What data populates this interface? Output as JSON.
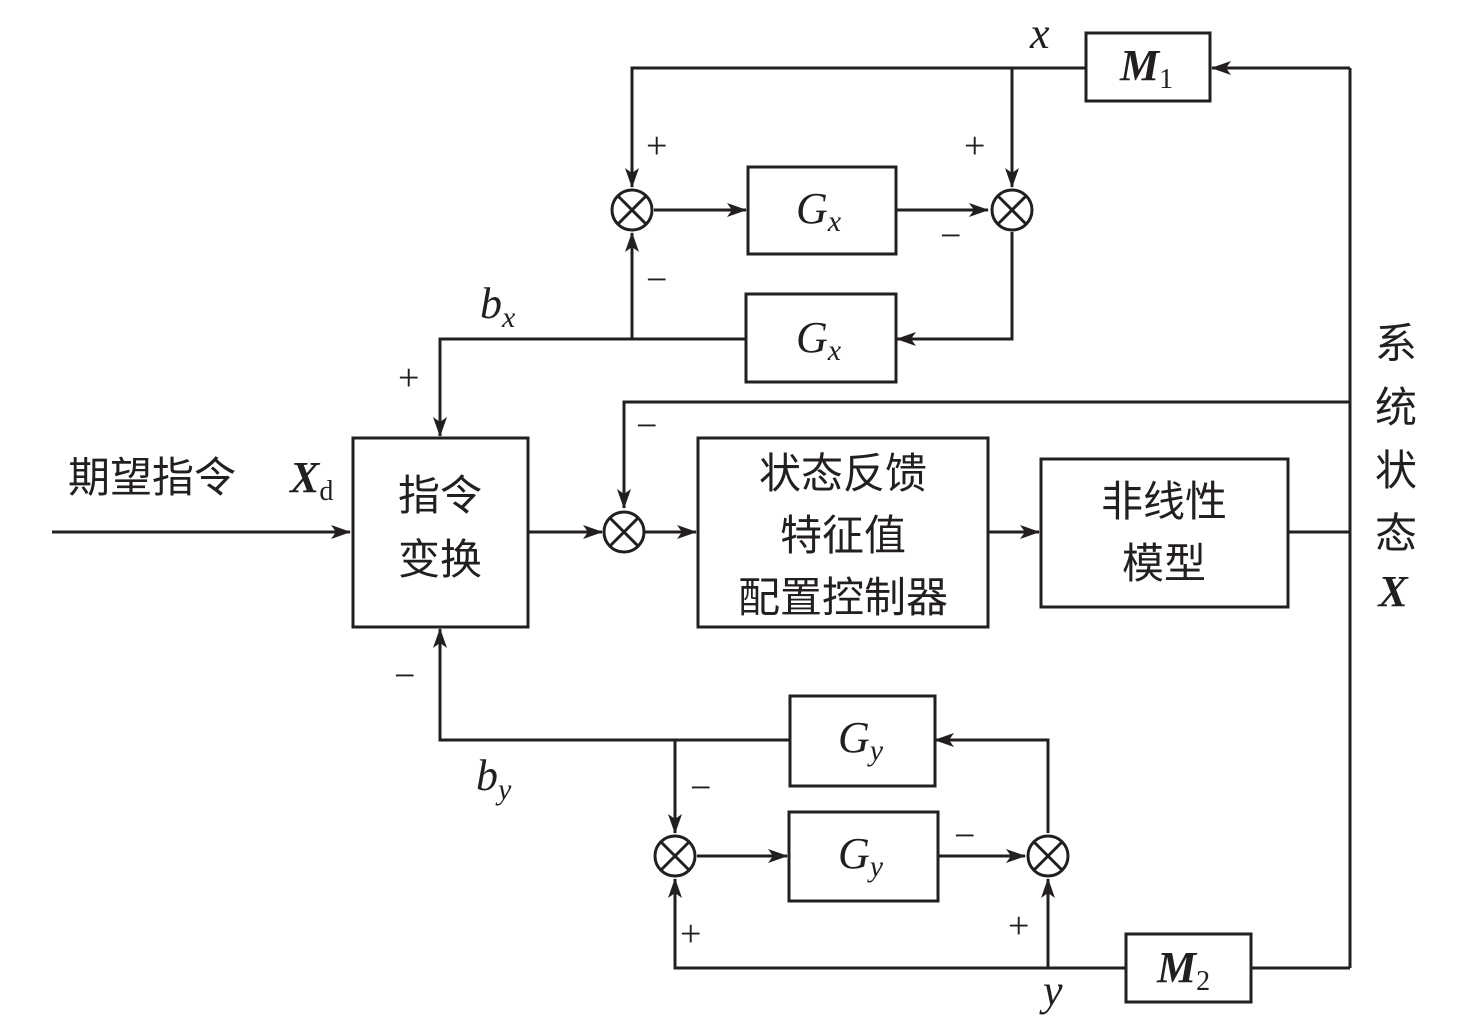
{
  "input": {
    "label": "期望指令",
    "symbol": "X",
    "subscript": "d"
  },
  "blocks": {
    "command_transform": [
      "指令",
      "变换"
    ],
    "controller": [
      "状态反馈",
      "特征值",
      "配置控制器"
    ],
    "plant": [
      "非线性",
      "模型"
    ],
    "gx_forward": {
      "symbol": "G",
      "subscript": "x"
    },
    "gx_feedback": {
      "symbol": "G",
      "subscript": "x"
    },
    "gy_forward": {
      "symbol": "G",
      "subscript": "y"
    },
    "gy_feedback": {
      "symbol": "G",
      "subscript": "y"
    },
    "m1": {
      "symbol": "M",
      "subscript": "1"
    },
    "m2": {
      "symbol": "M",
      "subscript": "2"
    }
  },
  "signals": {
    "x": "x",
    "y": "y",
    "bx": {
      "symbol": "b",
      "subscript": "x"
    },
    "by": {
      "symbol": "b",
      "subscript": "y"
    },
    "system_state": {
      "chars": [
        "系",
        "统",
        "状",
        "态"
      ],
      "symbol": "X"
    }
  },
  "signs": {
    "sx1_top": "+",
    "sx1_bottom": "−",
    "sx2_top": "+",
    "sx2_left": "−",
    "bx_into_transform": "+",
    "by_into_transform": "−",
    "main_feedback": "−",
    "sy1_top": "−",
    "sy1_bottom": "+",
    "sy2_left": "−",
    "sy2_bottom": "+"
  }
}
